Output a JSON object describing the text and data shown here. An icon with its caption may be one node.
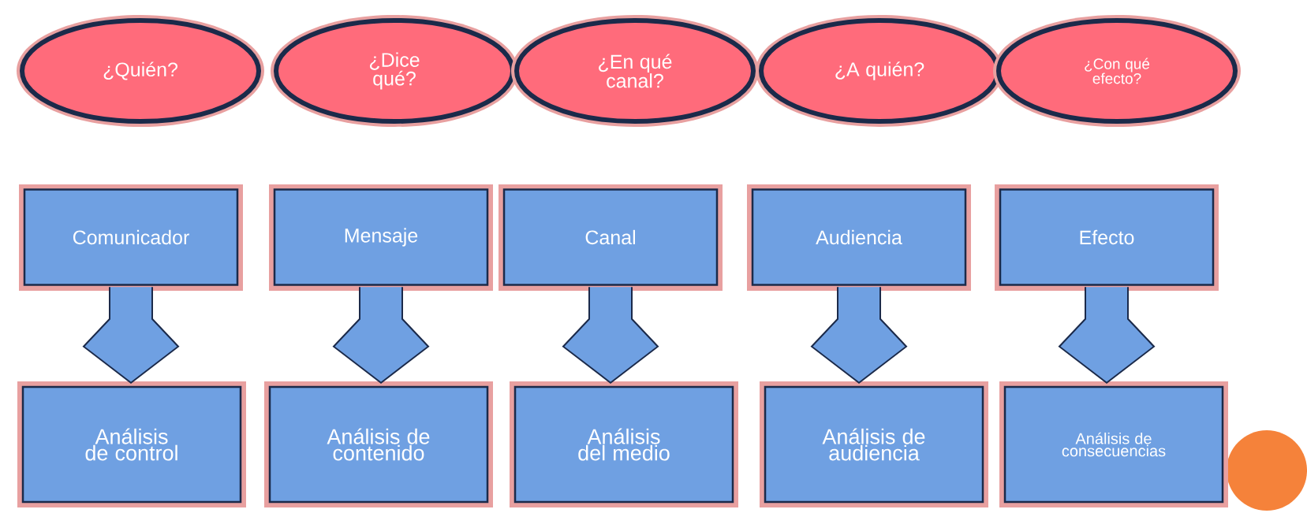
{
  "diagram": {
    "nodes": [
      {
        "text": [
          "¿Quién?"
        ]
      },
      {
        "text": [
          "¿Dice qué?"
        ]
      },
      {
        "text": [
          "¿En qué canal?"
        ]
      },
      {
        "text": [
          "¿A quién?"
        ]
      },
      {
        "text": [
          "¿Con qué efecto?"
        ]
      },
      {
        "text": [
          "Comunicador"
        ]
      },
      {
        "text": [
          "Mensaje"
        ]
      },
      {
        "text": [
          "Canal"
        ]
      },
      {
        "text": [
          "Audiencia"
        ]
      },
      {
        "text": [
          "Efecto"
        ]
      },
      {
        "text": [
          "Análisis de control"
        ]
      },
      {
        "text": [
          "Análisis de contenido"
        ]
      },
      {
        "text": [
          "Análisis del medio"
        ]
      },
      {
        "text": [
          "Análisis de audiencia"
        ]
      },
      {
        "text": [
          "Análisis de consecuencias"
        ]
      }
    ],
    "edges": [
      {
        "from": 5,
        "to": 10,
        "arrow": "to"
      },
      {
        "from": 6,
        "to": 11,
        "arrow": "to"
      },
      {
        "from": 7,
        "to": 12,
        "arrow": "to"
      },
      {
        "from": 8,
        "to": 13,
        "arrow": "to"
      },
      {
        "from": 9,
        "to": 14,
        "arrow": "to"
      }
    ]
  }
}
